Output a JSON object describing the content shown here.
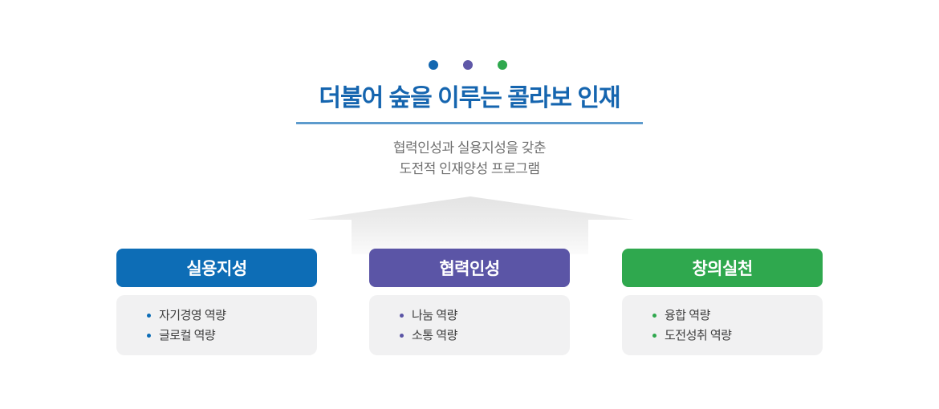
{
  "header": {
    "dots": [
      {
        "name": "blue-dot",
        "color": "#1467b0"
      },
      {
        "name": "purple-dot",
        "color": "#5f58a8"
      },
      {
        "name": "green-dot",
        "color": "#2fa84e"
      }
    ],
    "title": "더불어 숲을 이루는 콜라보 인재",
    "title_color": "#1565af",
    "underline_color": "#5d9bcd",
    "subtitle_line1": "협력인성과 실용지성을 갖춘",
    "subtitle_line2": "도전적 인재양성 프로그램"
  },
  "arrow": {
    "name": "up-arrow",
    "gradient_top": "#e3e3e3",
    "gradient_bottom": "#fbfbfb"
  },
  "columns": [
    {
      "title": "실용지성",
      "color": "#0d6db6",
      "items": [
        "자기경영 역량",
        "글로컬 역량"
      ]
    },
    {
      "title": "협력인성",
      "color": "#5b55a6",
      "items": [
        "나눔 역량",
        "소통 역량"
      ]
    },
    {
      "title": "창의실천",
      "color": "#2fa84e",
      "items": [
        "융합 역량",
        "도전성취 역량"
      ]
    }
  ]
}
